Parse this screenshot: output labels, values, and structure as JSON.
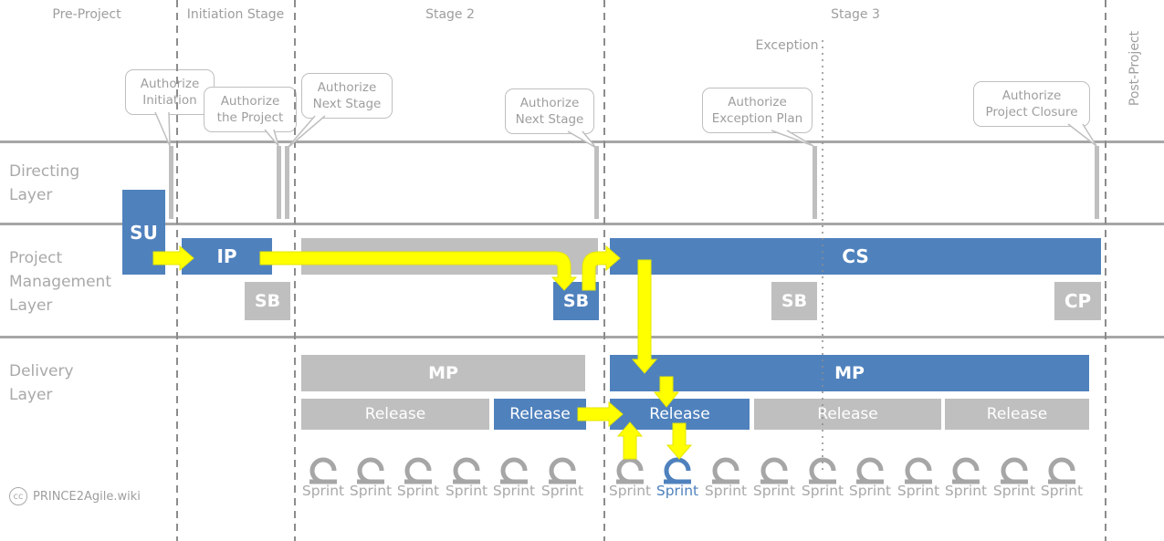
{
  "stages": {
    "pre_project": "Pre-Project",
    "initiation": "Initiation Stage",
    "stage2": "Stage 2",
    "stage3": "Stage 3",
    "exception": "Exception",
    "post_project": "Post-Project"
  },
  "layers": {
    "directing": "Directing\nLayer",
    "project_management": "Project\nManagement\nLayer",
    "delivery": "Delivery\nLayer"
  },
  "callouts": {
    "authorize_initiation": "Authorize\nInitiation",
    "authorize_project": "Authorize\nthe Project",
    "authorize_next_stage_1": "Authorize\nNext Stage",
    "authorize_next_stage_2": "Authorize\nNext Stage",
    "authorize_exception_plan": "Authorize\nException Plan",
    "authorize_project_closure": "Authorize\nProject Closure"
  },
  "processes": {
    "su": "SU",
    "ip": "IP",
    "sb_initiation": "SB",
    "sb_stage2": "SB",
    "cs": "CS",
    "sb_exception": "SB",
    "cp": "CP",
    "mp_stage2": "MP",
    "mp_stage3": "MP"
  },
  "releases": [
    "Release",
    "Release",
    "Release",
    "Release",
    "Release"
  ],
  "sprints": {
    "stage2": [
      "Sprint",
      "Sprint",
      "Sprint",
      "Sprint",
      "Sprint",
      "Sprint"
    ],
    "stage3": [
      "Sprint",
      "Sprint",
      "Sprint",
      "Sprint",
      "Sprint",
      "Sprint",
      "Sprint",
      "Sprint",
      "Sprint",
      "Sprint"
    ],
    "active_index_stage3": 1
  },
  "footer": {
    "cc_badge": "cc",
    "site": "PRINCE2Agile.wiki"
  },
  "colors": {
    "blue": "#4f81bd",
    "grey": "#bfbfbf",
    "arrow": "#ffff00",
    "arrow_outline": "#e6e600"
  }
}
